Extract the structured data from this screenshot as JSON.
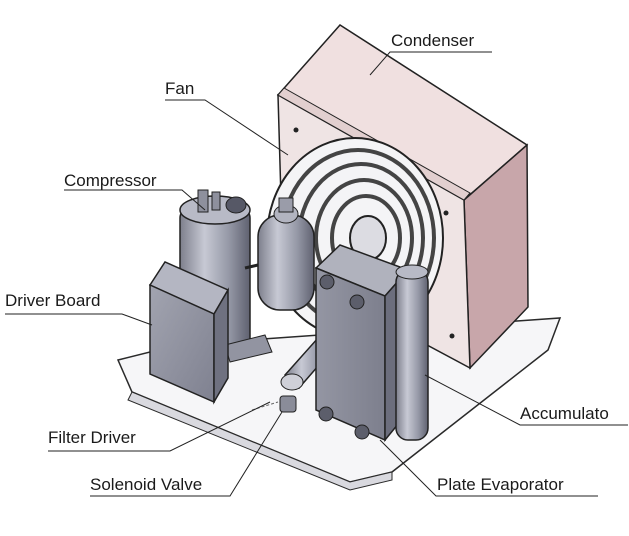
{
  "labels": {
    "condenser": "Condenser",
    "fan": "Fan",
    "compressor": "Compressor",
    "driver_board": "Driver Board",
    "filter_driver": "Filter Driver",
    "solenoid_valve": "Solenoid Valve",
    "accumulato": "Accumulato",
    "plate_evaporator": "Plate Evaporator"
  }
}
